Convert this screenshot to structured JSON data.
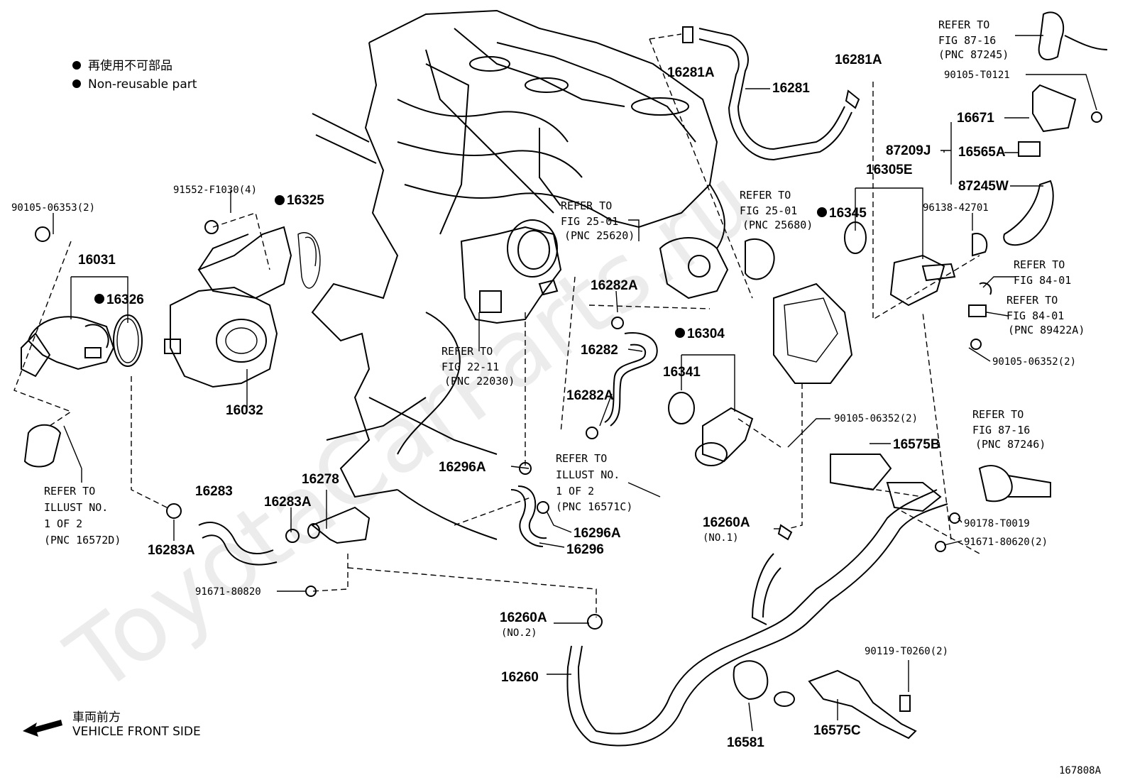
{
  "legend": {
    "line1": "再使用不可部品",
    "line2": "Non-reusable part"
  },
  "front": {
    "jp": "車両前方",
    "en": "VEHICLE FRONT SIDE"
  },
  "watermark": "ToyotaCarParts.ru",
  "illustration_id": "167808A",
  "labels": {
    "p16281A_a": "16281A",
    "p16281": "16281",
    "p16281A_b": "16281A",
    "p16671": "16671",
    "p87209J": "87209J",
    "p16565A": "16565A",
    "p87245W": "87245W",
    "p16305E": "16305E",
    "p16345": "16345",
    "p96138": "96138-42701",
    "p90105_06353": "90105-06353(2)",
    "p91552": "91552-F1030(4)",
    "p16325": "16325",
    "p16031": "16031",
    "p16326": "16326",
    "p16032": "16032",
    "p16282A_a": "16282A",
    "p16282": "16282",
    "p16282A_b": "16282A",
    "p16304": "16304",
    "p16341": "16341",
    "p90105_06352_a": "90105-06352(2)",
    "p90105_06352_b": "90105-06352(2)",
    "p16575B": "16575B",
    "p90178": "90178-T0019",
    "p91671_80620": "91671-80620(2)",
    "p16296A_a": "16296A",
    "p16296A_b": "16296A",
    "p16296": "16296",
    "p16283": "16283",
    "p16278": "16278",
    "p16283A_a": "16283A",
    "p16283A_b": "16283A",
    "p91671_80820": "91671-80820",
    "p16260A_1": "16260A",
    "p16260A_1_sub": "(NO.1)",
    "p16260A_2": "16260A",
    "p16260A_2_sub": "(NO.2)",
    "p16260": "16260",
    "p90119": "90119-T0260(2)",
    "p16581": "16581",
    "p16575C": "16575C",
    "p90105_T0121": "90105-T0121"
  },
  "refs": {
    "r87_16_a": [
      "REFER TO",
      "FIG 87-16",
      "(PNC 87245)"
    ],
    "r25_01_a": [
      "REFER TO",
      "FIG 25-01",
      "(PNC 25620)"
    ],
    "r25_01_b": [
      "REFER TO",
      "FIG 25-01",
      "(PNC 25680)"
    ],
    "r84_01_a": [
      "REFER TO",
      "FIG 84-01"
    ],
    "r84_01_b": [
      "REFER TO",
      "FIG 84-01",
      "(PNC 89422A)"
    ],
    "r22_11": [
      "REFER TO",
      "FIG 22-11",
      "(PNC 22030)"
    ],
    "r87_16_b": [
      "REFER TO",
      "FIG 87-16",
      "(PNC 87246)"
    ],
    "r_ill_a": [
      "REFER TO",
      "ILLUST NO.",
      "1 OF 2",
      "(PNC 16571C)"
    ],
    "r_ill_b": [
      "REFER TO",
      "ILLUST NO.",
      "1 OF 2",
      "(PNC 16572D)"
    ]
  },
  "colors": {
    "ink": "#000000",
    "background": "#ffffff"
  }
}
